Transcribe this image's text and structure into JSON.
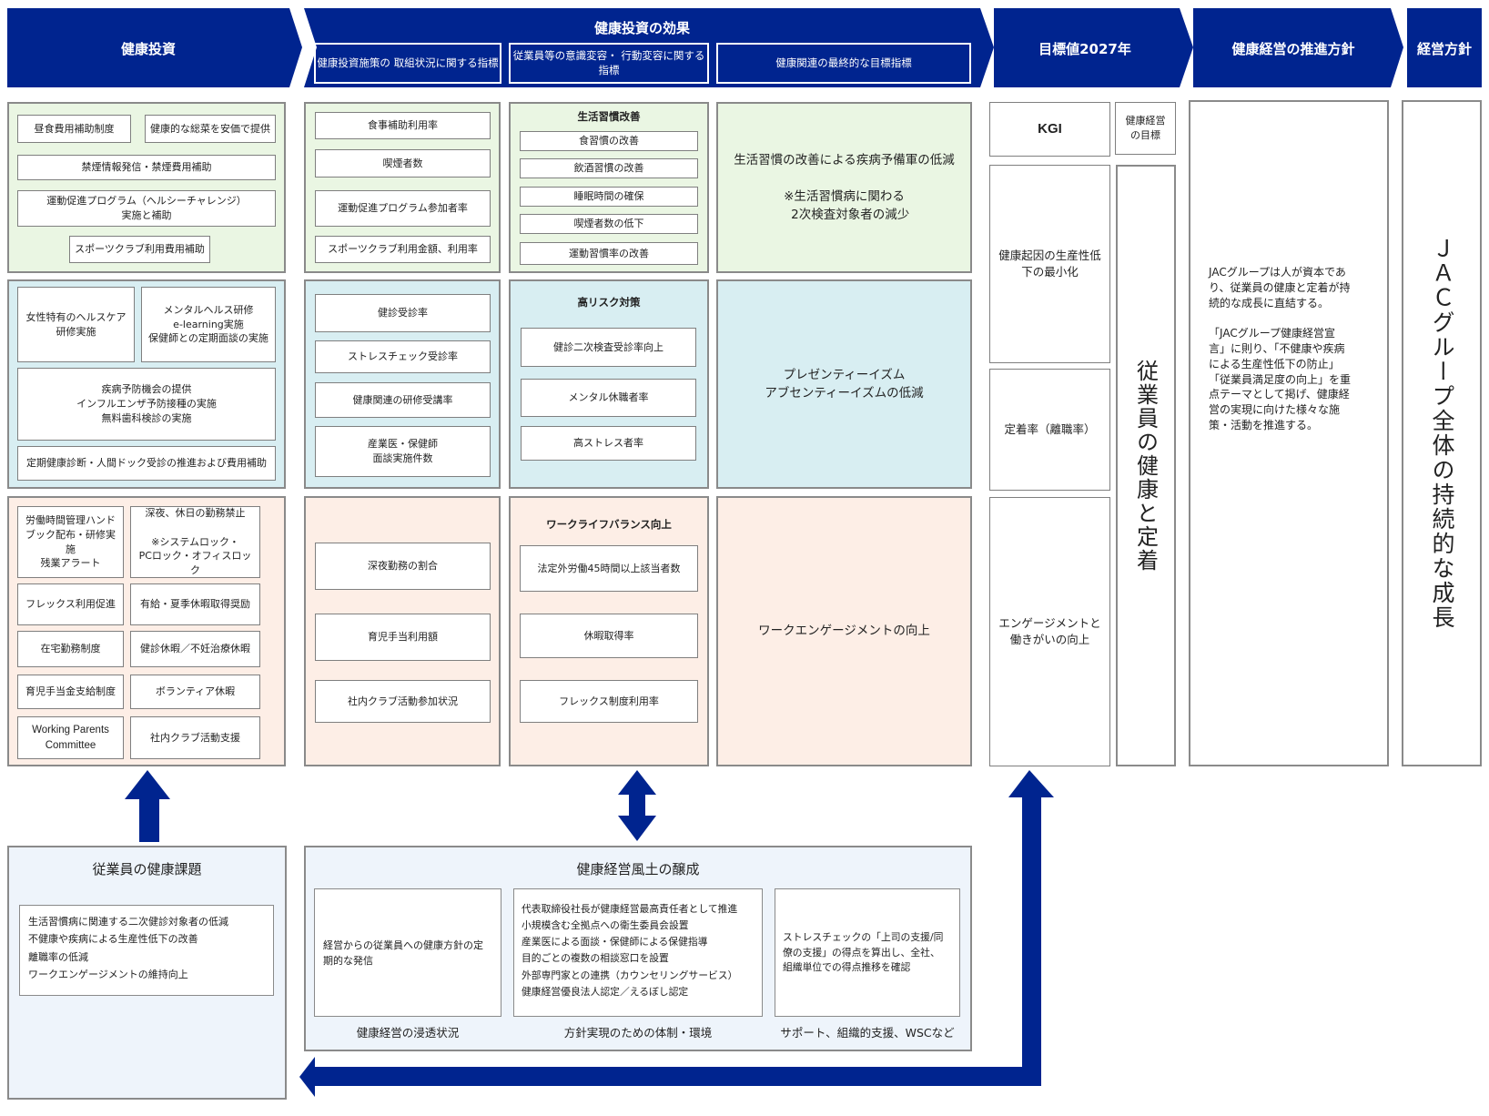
{
  "header": {
    "investment": "健康投資",
    "effect": "健康投資の効果",
    "effect_sub": [
      "健康投資施策の\n取組状況に関する指標",
      "従業員等の意識変容・\n行動変容に関する指標",
      "健康関連の最終的な目標指標"
    ],
    "target": "目標値2027年",
    "policy": "健康経営の推進方針",
    "mgmt_policy": "経営方針"
  },
  "investment": {
    "green": [
      "昼食費用補助制度",
      "健康的な総菜を安価で提供",
      "禁煙情報発信・禁煙費用補助",
      "運動促進プログラム（ヘルシーチャレンジ）\n実施と補助",
      "スポーツクラブ利用費用補助"
    ],
    "blue": [
      "女性特有のヘルスケア\n研修実施",
      "メンタルヘルス研修\ne-learning実施\n保健師との定期面談の実施",
      "疾病予防機会の提供\nインフルエンザ予防接種の実施\n無料歯科検診の実施",
      "定期健康診断・人間ドック受診の推進および費用補助"
    ],
    "peach": [
      "労働時間管理ハンド\nブック配布・研修実施\n残業アラート",
      "深夜、休日の勤務禁止\n\n※システムロック・\nPCロック・オフィスロック",
      "フレックス利用促進",
      "有給・夏季休暇取得奨励",
      "在宅勤務制度",
      "健診休暇／不妊治療休暇",
      "育児手当金支給制度",
      "ボランティア休暇",
      "Working Parents\nCommittee",
      "社内クラブ活動支援"
    ]
  },
  "indicators": {
    "green": [
      "食事補助利用率",
      "喫煙者数",
      "運動促進プログラム参加者率",
      "スポーツクラブ利用金額、利用率"
    ],
    "blue": [
      "健診受診率",
      "ストレスチェック受診率",
      "健康関連の研修受講率",
      "産業医・保健師\n面談実施件数"
    ],
    "peach": [
      "深夜勤務の割合",
      "育児手当利用額",
      "社内クラブ活動参加状況"
    ]
  },
  "behavior": {
    "green": {
      "title": "生活習慣改善",
      "items": [
        "食習慣の改善",
        "飲酒習慣の改善",
        "睡眠時間の確保",
        "喫煙者数の低下",
        "運動習慣率の改善"
      ]
    },
    "blue": {
      "title": "高リスク対策",
      "items": [
        "健診二次検査受診率向上",
        "メンタル休職者率",
        "高ストレス者率"
      ]
    },
    "peach": {
      "title": "ワークライフバランス向上",
      "items": [
        "法定外労働45時間以上該当者数",
        "休暇取得率",
        "フレックス制度利用率"
      ]
    }
  },
  "final_goals": {
    "green": "生活習慣の改善による疾病予備軍の低減\n\n※生活習慣病に関わる\n　2次検査対象者の減少",
    "blue": "プレゼンティーイズム\nアブセンティーイズムの低減",
    "peach": "ワークエンゲージメントの向上"
  },
  "target": {
    "kgi": "KGI",
    "goal_label": "健康経営\nの目標",
    "items": [
      "健康起因の生産性低\n下の最小化",
      "定着率（離職率）",
      "エンゲージメントと\n働きがいの向上"
    ],
    "vertical": "従業員の健康と定着"
  },
  "policy_text": "JACグループは人が資本であ\nり、従業員の健康と定着が持\n続的な成長に直結する。\n\n「JACグループ健康経営宣\n言」に則り、「不健康や疾病\nによる生産性低下の防止」\n「従業員満足度の向上」を重\n点テーマとして掲げ、健康経\n営の実現に向けた様々な施\n策・活動を推進する。",
  "mgmt_vertical": "ＪＡＣグループ全体の持続的な成長",
  "issues": {
    "title": "従業員の健康課題",
    "items": [
      "生活習慣病に関連する二次健診対象者の低減",
      "不健康や疾病による生産性低下の改善",
      "離職率の低減",
      "ワークエンゲージメントの維持向上"
    ]
  },
  "culture": {
    "title": "健康経営風土の醸成",
    "boxes": [
      {
        "text": "経営からの従業員への健康方針の定\n期的な発信",
        "caption": "健康経営の浸透状況"
      },
      {
        "lines": [
          "代表取締役社長が健康経営最高責任者として推進",
          "小規模含む全拠点への衛生委員会設置",
          "産業医による面談・保健師による保健指導",
          "目的ごとの複数の相談窓口を設置",
          "外部専門家との連携（カウンセリングサービス）",
          "健康経営優良法人認定／えるぼし認定"
        ],
        "caption": "方針実現のための体制・環境"
      },
      {
        "text": "ストレスチェックの「上司の支援/同\n僚の支援」の得点を算出し、全社、\n組織単位での得点推移を確認",
        "caption": "サポート、組織的支援、WSCなど"
      }
    ]
  },
  "colors": {
    "header_navy": "#00248f",
    "green_panel": "#eaf6e3",
    "blue_panel": "#d8eef2",
    "peach_panel": "#fdeee6",
    "light_blue_panel": "#eef4fb"
  }
}
